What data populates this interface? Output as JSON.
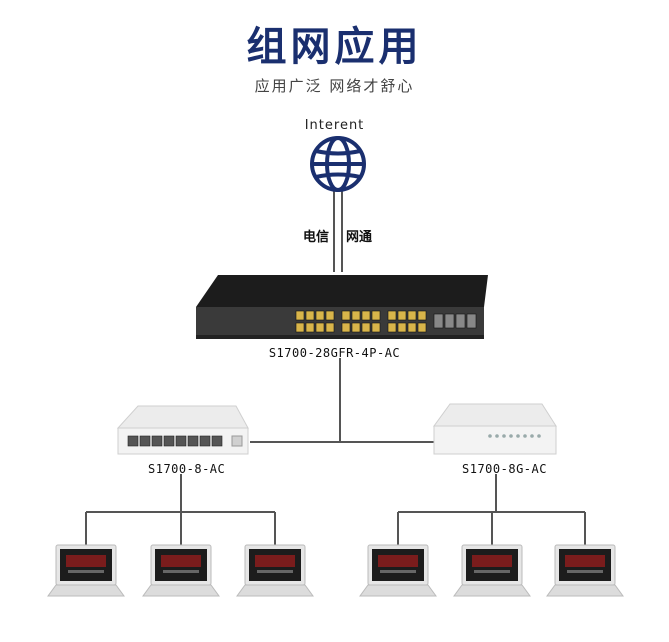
{
  "header": {
    "title": "组网应用",
    "subtitle": "应用广泛 网络才舒心"
  },
  "internet": {
    "label": "Interent",
    "icon": "globe-icon"
  },
  "isp": {
    "left": "电信",
    "right": "网通"
  },
  "devices": {
    "core_switch": "S1700-28GFR-4P-AC",
    "left_switch": "S1700-8-AC",
    "right_switch": "S1700-8G-AC"
  },
  "colors": {
    "title": "#1a2f6f",
    "line": "#555555",
    "switch_body": "#2b2b2b",
    "port": "#d9b54a"
  }
}
